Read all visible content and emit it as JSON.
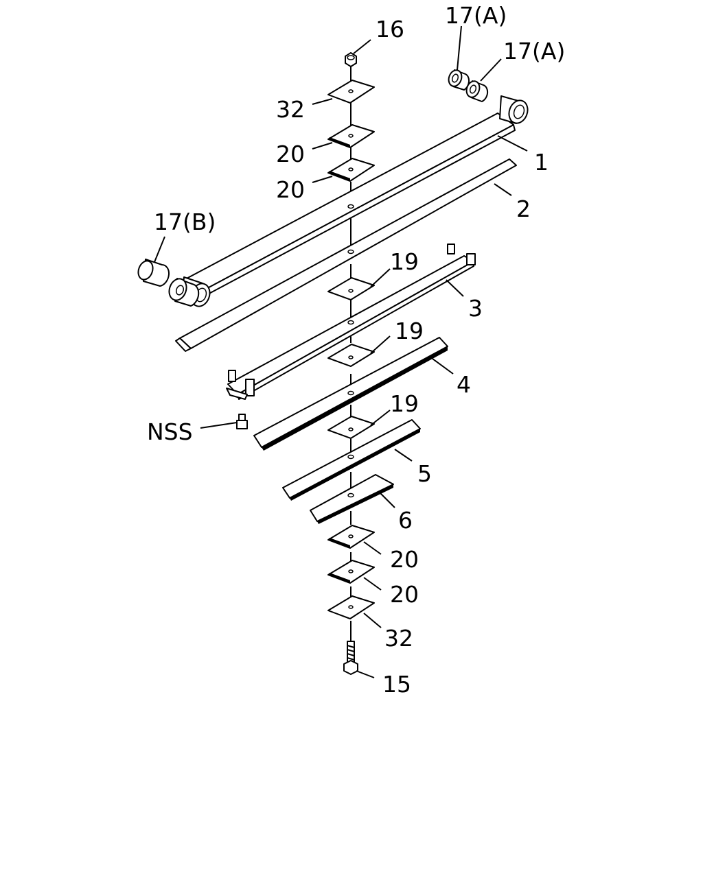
{
  "labels": {
    "p16": "16",
    "p17a_1": "17(A)",
    "p17a_2": "17(A)",
    "p32_top": "32",
    "p20_top1": "20",
    "p20_top2": "20",
    "p1": "1",
    "p2": "2",
    "p17b": "17(B)",
    "p19_1": "19",
    "p3": "3",
    "p19_2": "19",
    "p4": "4",
    "nss": "NSS",
    "p19_3": "19",
    "p5": "5",
    "p6": "6",
    "p20_bot1": "20",
    "p20_bot2": "20",
    "p32_bot": "32",
    "p15": "15"
  },
  "icons": {
    "nut": "hex-nut-icon",
    "bolt": "center-bolt-icon",
    "bushing": "bushing-icon"
  }
}
